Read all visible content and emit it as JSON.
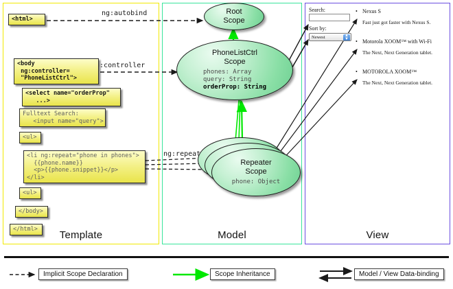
{
  "columns": [
    {
      "key": "template",
      "label": "Template",
      "border_color": "#f2e900"
    },
    {
      "key": "model",
      "label": "Model",
      "border_color": "#37e49b"
    },
    {
      "key": "view",
      "label": "View",
      "border_color": "#6a4de0"
    }
  ],
  "template": {
    "boxes": [
      {
        "name": "html-open-tag-box",
        "text": "<html>"
      },
      {
        "name": "body-tag-box",
        "text": "<body\n ng:controller=\n \"PhoneListCtrl\">"
      },
      {
        "name": "select-orderprop-box",
        "text": "<select name=\"orderProp\"\n   ...>"
      },
      {
        "name": "fulltext-search-box",
        "text": "Fulltext Search:\n   <input name=\"query\">"
      },
      {
        "name": "ul-open-tag-box",
        "text": "<ul>"
      },
      {
        "name": "li-ngrepeat-box",
        "text": "<li ng:repeat=\"phone in phones\">\n  {{phone.name}}\n  <p>{{phone.snippet}}</p>\n</li>"
      },
      {
        "name": "ul-close-tag-box",
        "text": "<ul>"
      },
      {
        "name": "body-close-tag-box",
        "text": "</body>"
      },
      {
        "name": "html-close-tag-box",
        "text": "</html>"
      }
    ]
  },
  "model": {
    "scopes": [
      {
        "name": "root-scope",
        "title_line1": "Root",
        "title_line2": "Scope",
        "props": []
      },
      {
        "name": "phonelistctrl-scope",
        "title_line1": "PhoneListCtrl",
        "title_line2": "Scope",
        "props": [
          {
            "text": "phones: Array",
            "bold": false
          },
          {
            "text": "query: String",
            "bold": false
          },
          {
            "text": "orderProp: String",
            "bold": true
          }
        ]
      },
      {
        "name": "repeater-scope",
        "title_line1": "Repeater",
        "title_line2": "Scope",
        "props": [
          {
            "text": "phone: Object",
            "bold": false
          }
        ]
      }
    ]
  },
  "view": {
    "search_label": "Search:",
    "search_value": "",
    "sortby_label": "Sort by:",
    "sortby_value": "Newest",
    "phones": [
      {
        "name": "Nexus S",
        "snippet": "Fast just got faster with Nexus S."
      },
      {
        "name": "Motorola XOOM™ with Wi-Fi",
        "snippet": "The Next, Next Generation tablet."
      },
      {
        "name": "MOTOROLA XOOM™",
        "snippet": "The Next, Next Generation tablet."
      }
    ]
  },
  "edge_labels": {
    "autobind": "ng:autobind",
    "controller": "ng:controller",
    "repeat": "ng:repeat"
  },
  "legend": [
    {
      "name": "legend-implicit-scope-declaration",
      "label": "Implicit Scope Declaration",
      "style": "dashed-black"
    },
    {
      "name": "legend-scope-inheritance",
      "label": "Scope Inheritance",
      "style": "solid-green"
    },
    {
      "name": "legend-model-view-databinding",
      "label": "Model / View Data-binding",
      "style": "double-black"
    }
  ],
  "colors": {
    "inheritance_green": "#00e800",
    "box_yellow": "#e9e44a",
    "scope_green": "#8adfa6",
    "line_black": "#1a1a1a"
  }
}
